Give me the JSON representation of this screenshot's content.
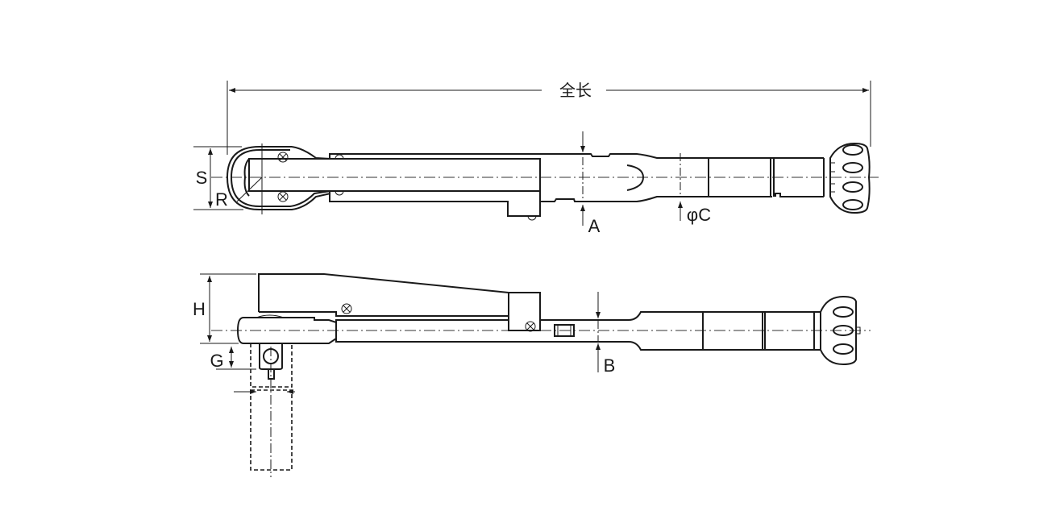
{
  "title": "Torque wrench dimension drawing",
  "labels": {
    "overall_length": "全长",
    "S": "S",
    "R": "R",
    "A": "A",
    "phiC": "φC",
    "H": "H",
    "G": "G",
    "B": "B"
  }
}
